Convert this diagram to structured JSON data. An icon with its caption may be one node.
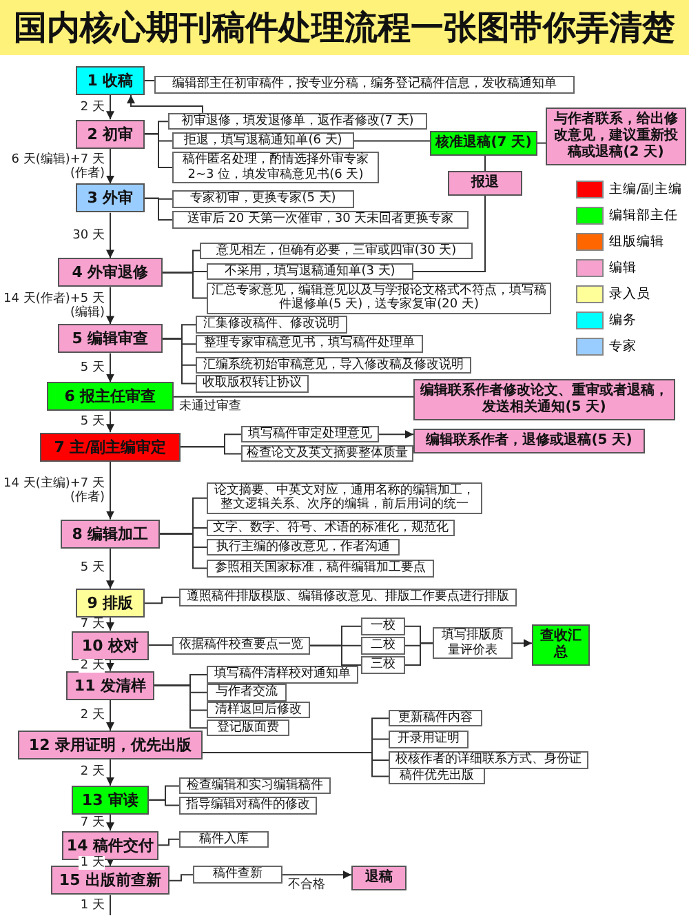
{
  "diagram": {
    "title": "国内核心期刊稿件处理流程一张图带你弄清楚",
    "nodes": [
      {
        "text": [
          "1 收稿"
        ]
      },
      {
        "text": [
          "编辑部主任初审稿件，按专业分稿，编务登记稿件信息，发收稿通知单"
        ]
      },
      {
        "text": [
          "2 初审"
        ]
      },
      {
        "text": [
          "初审退修，填发退修单，返作者修改(7 天)"
        ]
      },
      {
        "text": [
          "拒退，填写退稿通知单(6 天)"
        ]
      },
      {
        "text": [
          "稿件匿名处理，酌情选择外审专家 2~3 位，填发审稿意见书(6 天)"
        ]
      },
      {
        "text": [
          "核准退稿(7 天)"
        ]
      },
      {
        "text": [
          "与作者联系，给出修改意见，建议重新投稿或退稿(2 天)"
        ]
      },
      {
        "text": [
          "报退"
        ]
      },
      {
        "text": [
          "3 外审"
        ]
      },
      {
        "text": [
          "专家初审，更换专家(5 天)"
        ]
      },
      {
        "text": [
          "送审后 20 天第一次催审，30 天未回者更换专家"
        ]
      },
      {
        "text": [
          "4 外审退修"
        ]
      },
      {
        "text": [
          "意见相左，但确有必要，三审或四审(30 天)"
        ]
      },
      {
        "text": [
          "不采用，填写退稿通知单(3 天)"
        ]
      },
      {
        "text": [
          "汇总专家意见，编辑意见以及与学报论文格式不符点，填写稿件退修单(5 天)，送专家复审(20 天)"
        ]
      },
      {
        "text": [
          "5 编辑审查"
        ]
      },
      {
        "text": [
          "汇集修改稿件、修改说明"
        ]
      },
      {
        "text": [
          "整理专家审稿意见书，填写稿件处理单"
        ]
      },
      {
        "text": [
          "汇编系统初始审稿意见，导入修改稿及修改说明"
        ]
      },
      {
        "text": [
          "收取版权转让协议"
        ]
      },
      {
        "text": [
          "6 报主任审查"
        ]
      },
      {
        "text": [
          "编辑联系作者修改论文、重审或者退稿，发送相关通知(5 天)"
        ]
      },
      {
        "text": [
          "7 主/副主编审定"
        ]
      },
      {
        "text": [
          "填写稿件审定处理意见"
        ]
      },
      {
        "text": [
          "检查论文及英文摘要整体质量"
        ]
      },
      {
        "text": [
          "编辑联系作者，退修或退稿(5 天)"
        ]
      },
      {
        "text": [
          "8 编辑加工"
        ]
      },
      {
        "text": [
          "论文摘要、中英文对应，通用名称的编辑加工，整文逻辑关系、次序的编辑，前后用词的统一"
        ]
      },
      {
        "text": [
          "文字、数字、符号、术语的标准化，规范化"
        ]
      },
      {
        "text": [
          "执行主编的修改意见，作者沟通"
        ]
      },
      {
        "text": [
          "参照相关国家标准，稿件编辑加工要点"
        ]
      },
      {
        "text": [
          "9 排版"
        ]
      },
      {
        "text": [
          "遵照稿件排版模版、编辑修改意见、排版工作要点进行排版"
        ]
      },
      {
        "text": [
          "10 校对"
        ]
      },
      {
        "text": [
          "依据稿件校查要点一览"
        ]
      },
      {
        "text": [
          "一校"
        ]
      },
      {
        "text": [
          "二校"
        ]
      },
      {
        "text": [
          "三校"
        ]
      },
      {
        "text": [
          "填写排版质量评价表"
        ]
      },
      {
        "text": [
          "查收汇总"
        ]
      },
      {
        "text": [
          "11 发清样"
        ]
      },
      {
        "text": [
          "填写稿件清样校对通知单"
        ]
      },
      {
        "text": [
          "与作者交流"
        ]
      },
      {
        "text": [
          "清样返回后修改"
        ]
      },
      {
        "text": [
          "登记版面费"
        ]
      },
      {
        "text": [
          "12 录用证明，优先出版"
        ]
      },
      {
        "text": [
          "更新稿件内容"
        ]
      },
      {
        "text": [
          "开录用证明"
        ]
      },
      {
        "text": [
          "校核作者的详细联系方式、身份证"
        ]
      },
      {
        "text": [
          "稿件优先出版"
        ]
      },
      {
        "text": [
          "13 审读"
        ]
      },
      {
        "text": [
          "检查编辑和实习编辑稿件"
        ]
      },
      {
        "text": [
          "指导编辑对稿件的修改"
        ]
      },
      {
        "text": [
          "14 稿件交付"
        ]
      },
      {
        "text": [
          "稿件入库"
        ]
      },
      {
        "text": [
          "15 出版前查新"
        ]
      },
      {
        "text": [
          "稿件查新"
        ]
      },
      {
        "text": [
          "退稿"
        ]
      }
    ],
    "edges": [
      {
        "from": 0,
        "to": 1,
        "arrow": "none"
      },
      {
        "from": 0,
        "to": 2,
        "arrow": "to",
        "label": "2 天"
      },
      {
        "from": 2,
        "to": 3,
        "arrow": "none"
      },
      {
        "from": 3,
        "to": 0,
        "arrow": "to"
      },
      {
        "from": 2,
        "to": 4,
        "arrow": "none"
      },
      {
        "from": 2,
        "to": 5,
        "arrow": "none"
      },
      {
        "from": 4,
        "to": 6,
        "arrow": "none"
      },
      {
        "from": 6,
        "to": 7,
        "arrow": "none"
      },
      {
        "from": 6,
        "to": 8,
        "arrow": "none"
      },
      {
        "from": 2,
        "to": 9,
        "arrow": "to",
        "label": "6 天(编辑)+7 天(作者)"
      },
      {
        "from": 9,
        "to": 10,
        "arrow": "none"
      },
      {
        "from": 9,
        "to": 11,
        "arrow": "none"
      },
      {
        "from": 9,
        "to": 12,
        "arrow": "to",
        "label": "30 天"
      },
      {
        "from": 12,
        "to": 13,
        "arrow": "none"
      },
      {
        "from": 12,
        "to": 14,
        "arrow": "none"
      },
      {
        "from": 12,
        "to": 15,
        "arrow": "none"
      },
      {
        "from": 14,
        "to": 8,
        "arrow": "none"
      },
      {
        "from": 12,
        "to": 16,
        "arrow": "to",
        "label": "14 天(作者)+5 天(编辑)"
      },
      {
        "from": 16,
        "to": 17,
        "arrow": "none"
      },
      {
        "from": 16,
        "to": 18,
        "arrow": "none"
      },
      {
        "from": 16,
        "to": 19,
        "arrow": "none"
      },
      {
        "from": 16,
        "to": 20,
        "arrow": "none"
      },
      {
        "from": 16,
        "to": 21,
        "arrow": "to",
        "label": "5 天"
      },
      {
        "from": 21,
        "to": 22,
        "arrow": "none",
        "label": "未通过审查"
      },
      {
        "from": 21,
        "to": 23,
        "arrow": "to",
        "label": "5 天"
      },
      {
        "from": 23,
        "to": 24,
        "arrow": "none"
      },
      {
        "from": 23,
        "to": 25,
        "arrow": "none"
      },
      {
        "from": 24,
        "to": 26,
        "arrow": "to"
      },
      {
        "from": 23,
        "to": 27,
        "arrow": "to",
        "label": "14 天(主编)+7 天(作者)"
      },
      {
        "from": 27,
        "to": 28,
        "arrow": "none"
      },
      {
        "from": 27,
        "to": 29,
        "arrow": "none"
      },
      {
        "from": 27,
        "to": 30,
        "arrow": "none"
      },
      {
        "from": 27,
        "to": 31,
        "arrow": "none"
      },
      {
        "from": 27,
        "to": 32,
        "arrow": "to",
        "label": "5 天"
      },
      {
        "from": 32,
        "to": 33,
        "arrow": "none"
      },
      {
        "from": 32,
        "to": 34,
        "arrow": "to",
        "label": "7 天"
      },
      {
        "from": 34,
        "to": 35,
        "arrow": "none"
      },
      {
        "from": 35,
        "to": 36,
        "arrow": "none"
      },
      {
        "from": 35,
        "to": 37,
        "arrow": "none"
      },
      {
        "from": 35,
        "to": 38,
        "arrow": "none"
      },
      {
        "from": 36,
        "to": 39,
        "arrow": "none"
      },
      {
        "from": 37,
        "to": 39,
        "arrow": "none"
      },
      {
        "from": 38,
        "to": 39,
        "arrow": "none"
      },
      {
        "from": 39,
        "to": 40,
        "arrow": "to"
      },
      {
        "from": 34,
        "to": 41,
        "arrow": "to",
        "label": "2 天"
      },
      {
        "from": 41,
        "to": 42,
        "arrow": "none"
      },
      {
        "from": 41,
        "to": 43,
        "arrow": "none"
      },
      {
        "from": 41,
        "to": 44,
        "arrow": "none"
      },
      {
        "from": 41,
        "to": 45,
        "arrow": "none"
      },
      {
        "from": 41,
        "to": 46,
        "arrow": "to",
        "label": "2 天"
      },
      {
        "from": 46,
        "to": 47,
        "arrow": "none"
      },
      {
        "from": 46,
        "to": 48,
        "arrow": "none"
      },
      {
        "from": 46,
        "to": 49,
        "arrow": "none"
      },
      {
        "from": 46,
        "to": 50,
        "arrow": "none"
      },
      {
        "from": 46,
        "to": 51,
        "arrow": "to",
        "label": "2 天"
      },
      {
        "from": 51,
        "to": 52,
        "arrow": "none"
      },
      {
        "from": 51,
        "to": 53,
        "arrow": "none"
      },
      {
        "from": 51,
        "to": 54,
        "arrow": "to",
        "label": "7 天"
      },
      {
        "from": 54,
        "to": 55,
        "arrow": "none"
      },
      {
        "from": 54,
        "to": 56,
        "arrow": "to",
        "label": "1 天"
      },
      {
        "from": 56,
        "to": 57,
        "arrow": "none"
      },
      {
        "from": 57,
        "to": 58,
        "arrow": "to",
        "label": "不合格"
      },
      {
        "from": 56,
        "to": null,
        "arrow": "none",
        "label": "1 天"
      }
    ],
    "legend": [
      {
        "text": "主编/副主编",
        "color": "#ff0000"
      },
      {
        "text": "编辑部主任",
        "color": "#00ff00"
      },
      {
        "text": "组版编辑",
        "color": "#ff6600"
      },
      {
        "text": "编辑",
        "color": "#f7a1cf"
      },
      {
        "text": "录入员",
        "color": "#ffff99"
      },
      {
        "text": "编务",
        "color": "#00ffff"
      },
      {
        "text": "专家",
        "color": "#99ccff"
      }
    ]
  }
}
